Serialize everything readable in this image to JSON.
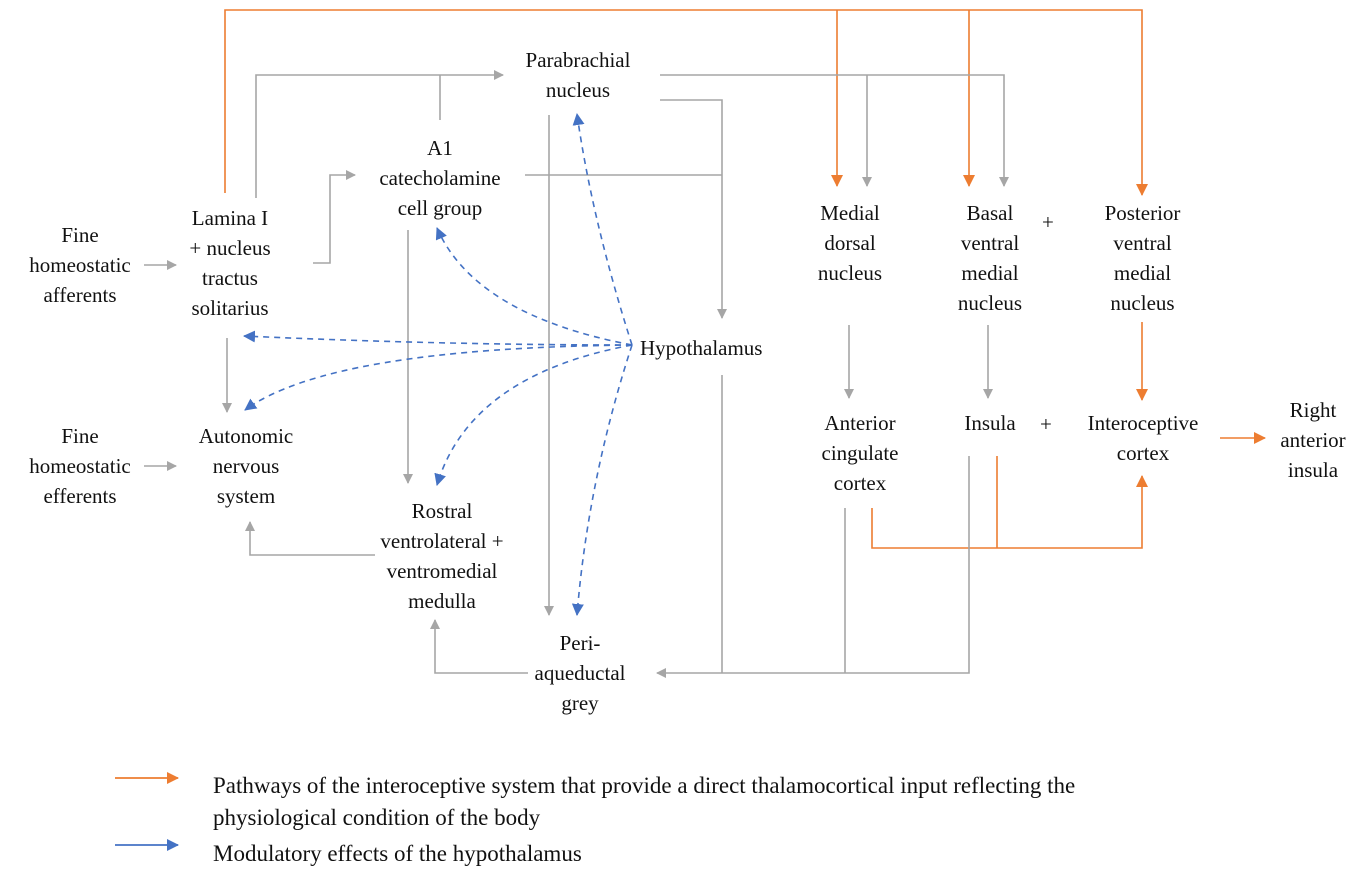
{
  "colors": {
    "gray": "#a6a6a6",
    "orange": "#ed7d31",
    "blue": "#4472c4"
  },
  "nodes": {
    "fine_afferents": [
      "Fine",
      "homeostatic",
      "afferents"
    ],
    "lamina": [
      "Lamina I",
      "+ nucleus",
      "tractus",
      "solitarius"
    ],
    "fine_efferents": [
      "Fine",
      "homeostatic",
      "efferents"
    ],
    "autonomic": [
      "Autonomic",
      "nervous",
      "system"
    ],
    "a1": [
      "A1",
      "catecholamine",
      "cell group"
    ],
    "parabrachial": [
      "Parabrachial",
      "nucleus"
    ],
    "hypothalamus": [
      "Hypothalamus"
    ],
    "rostral": [
      "Rostral",
      "ventrolateral +",
      "ventromedial",
      "medulla"
    ],
    "pag": [
      "Peri-",
      "aqueductal",
      "grey"
    ],
    "medial_dorsal": [
      "Medial",
      "dorsal",
      "nucleus"
    ],
    "basal_ventral": [
      "Basal",
      "ventral",
      "medial",
      "nucleus"
    ],
    "posterior_ventral": [
      "Posterior",
      "ventral",
      "medial",
      "nucleus"
    ],
    "anterior_cingulate": [
      "Anterior",
      "cingulate",
      "cortex"
    ],
    "insula": [
      "Insula"
    ],
    "interoceptive": [
      "Interoceptive",
      "cortex"
    ],
    "right_anterior": [
      "Right",
      "anterior",
      "insula"
    ]
  },
  "plus_signs": [
    "+",
    "+"
  ],
  "legend": {
    "orange_line1": "Pathways of the interoceptive system that provide a direct thalamocortical input reflecting the",
    "orange_line2": "physiological condition of the body",
    "blue": "Modulatory effects of the hypothalamus"
  }
}
